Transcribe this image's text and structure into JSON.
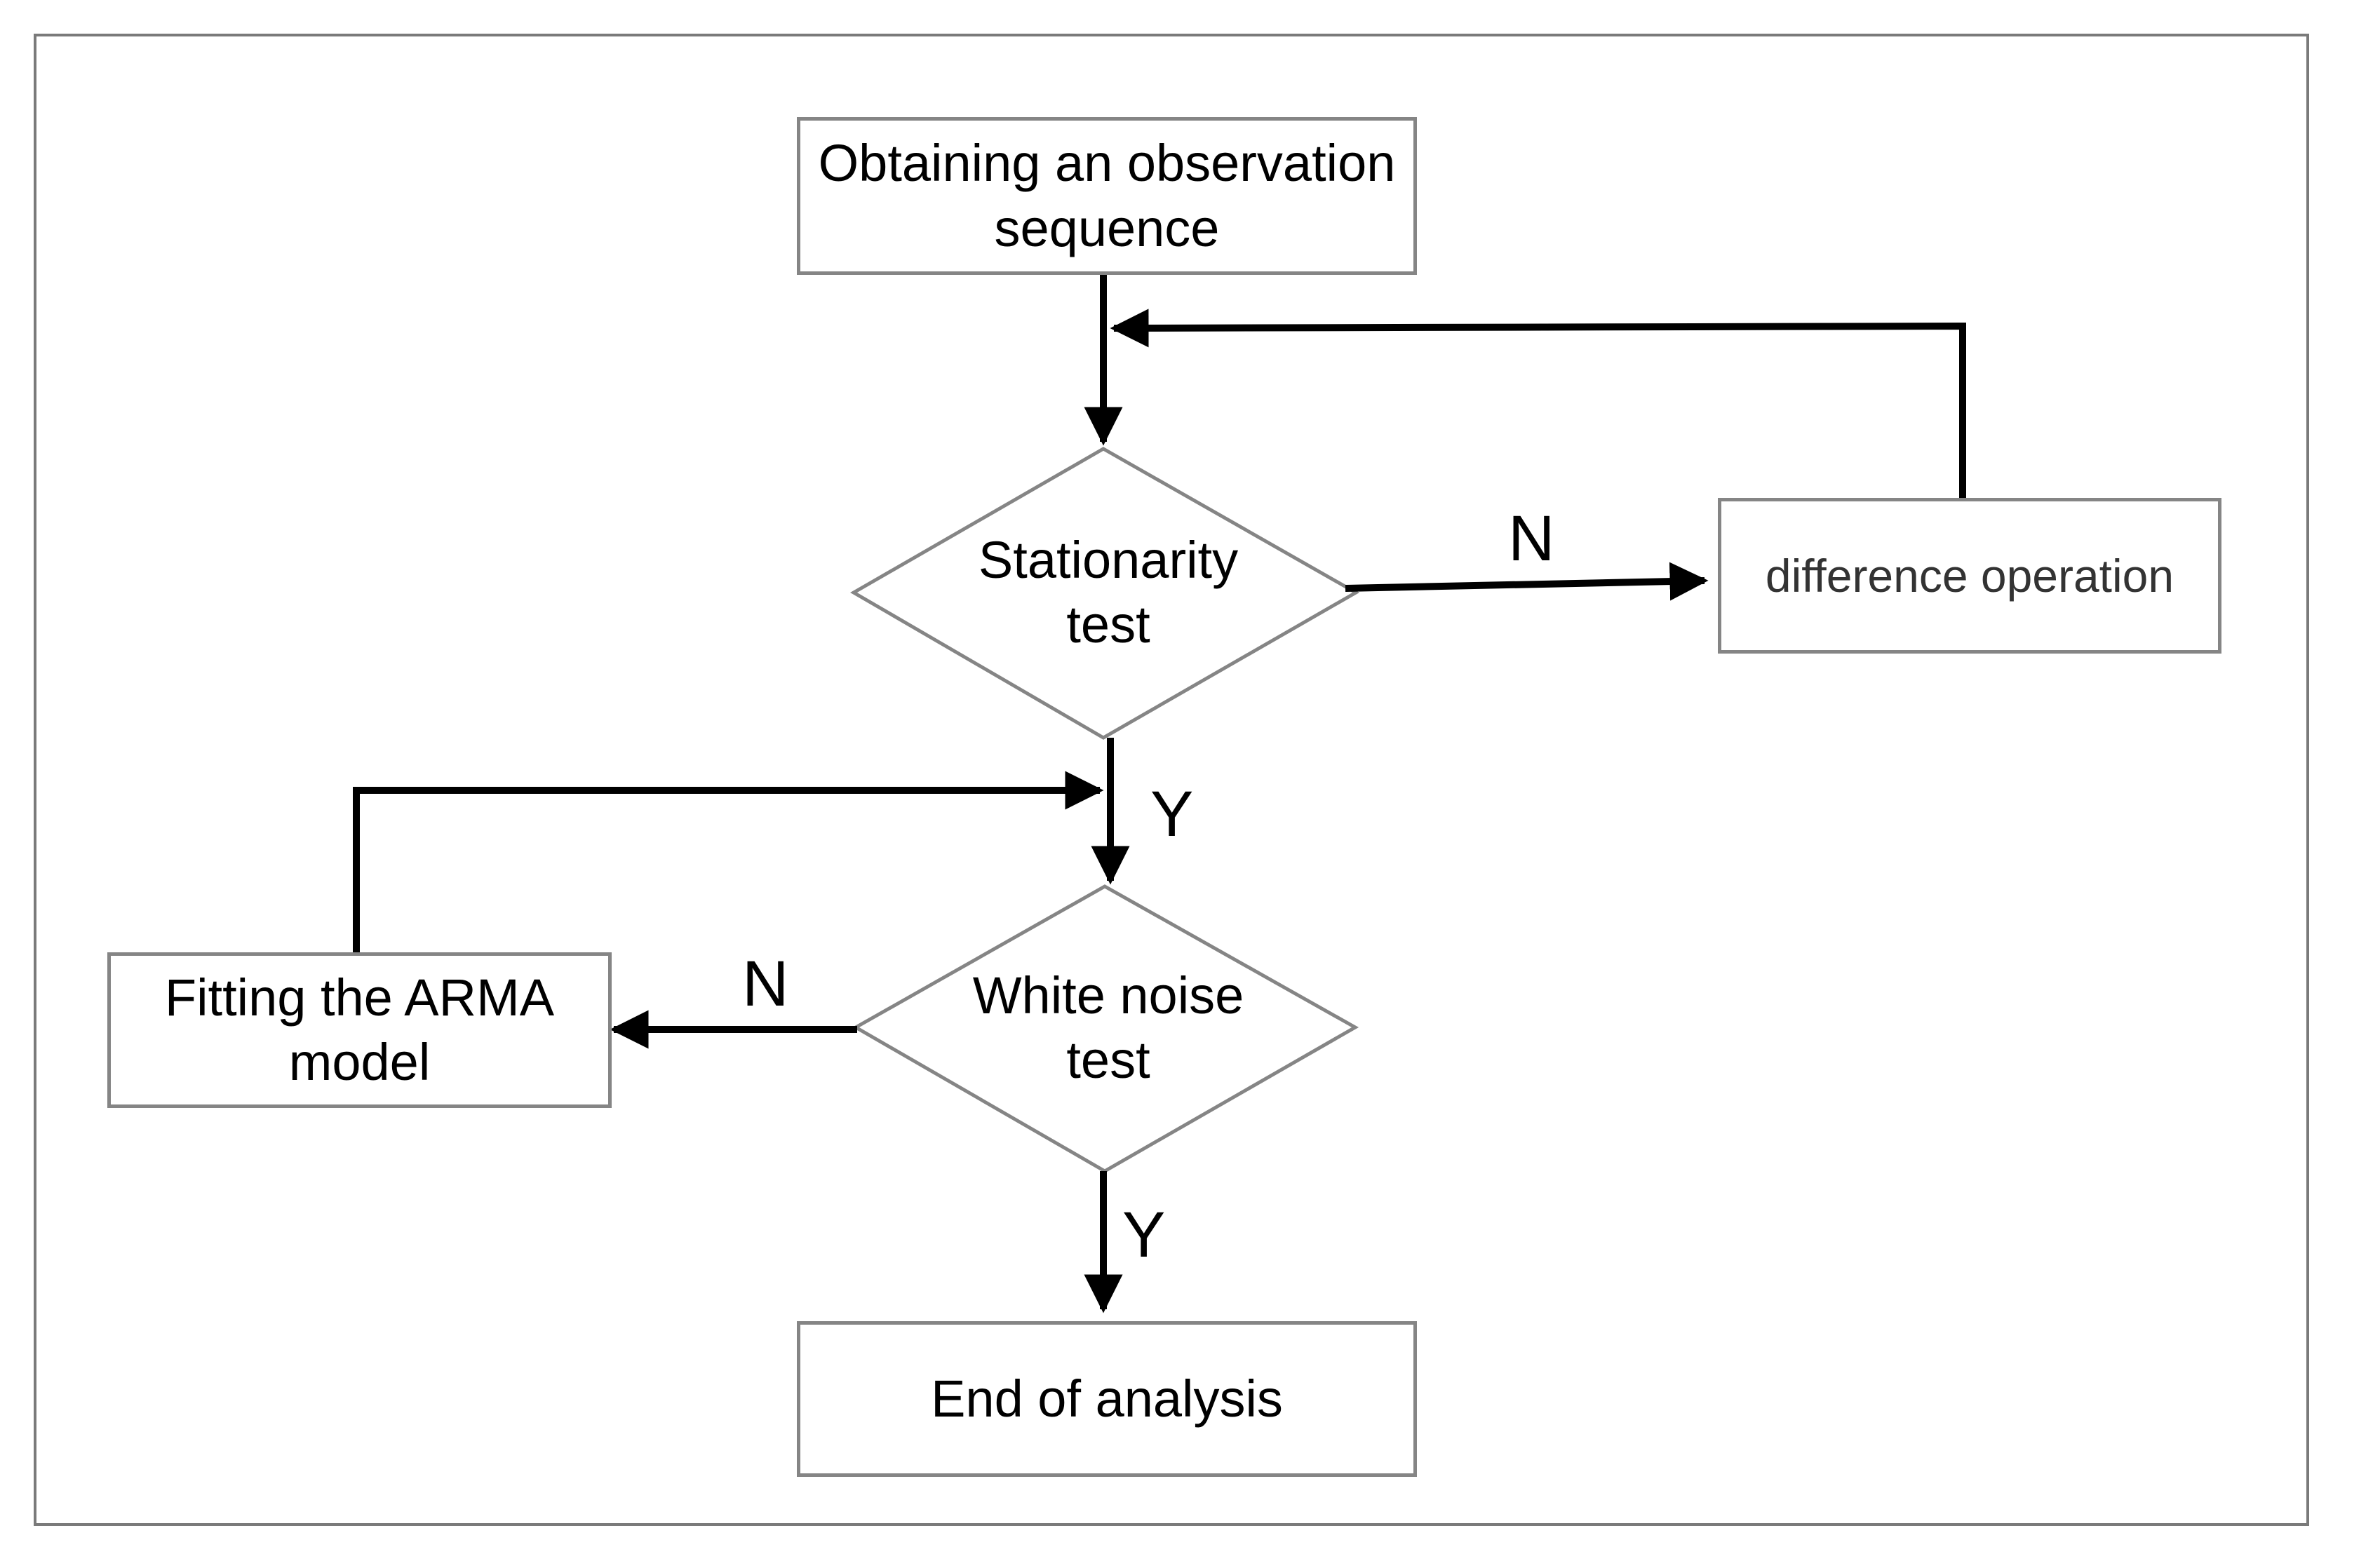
{
  "nodes": {
    "obtain": "Obtaining an observation sequence",
    "stationarity": "Stationarity test",
    "difference": "difference operation",
    "white_noise": "White noise test",
    "fitting": "Fitting the ARMA model",
    "end": "End of analysis"
  },
  "edge_labels": {
    "stationarity_no": "N",
    "stationarity_yes": "Y",
    "white_noise_no": "N",
    "white_noise_yes": "Y"
  },
  "colors": {
    "shape_border": "#858585",
    "arrow": "#000000",
    "frame": "#7a7a7a"
  }
}
